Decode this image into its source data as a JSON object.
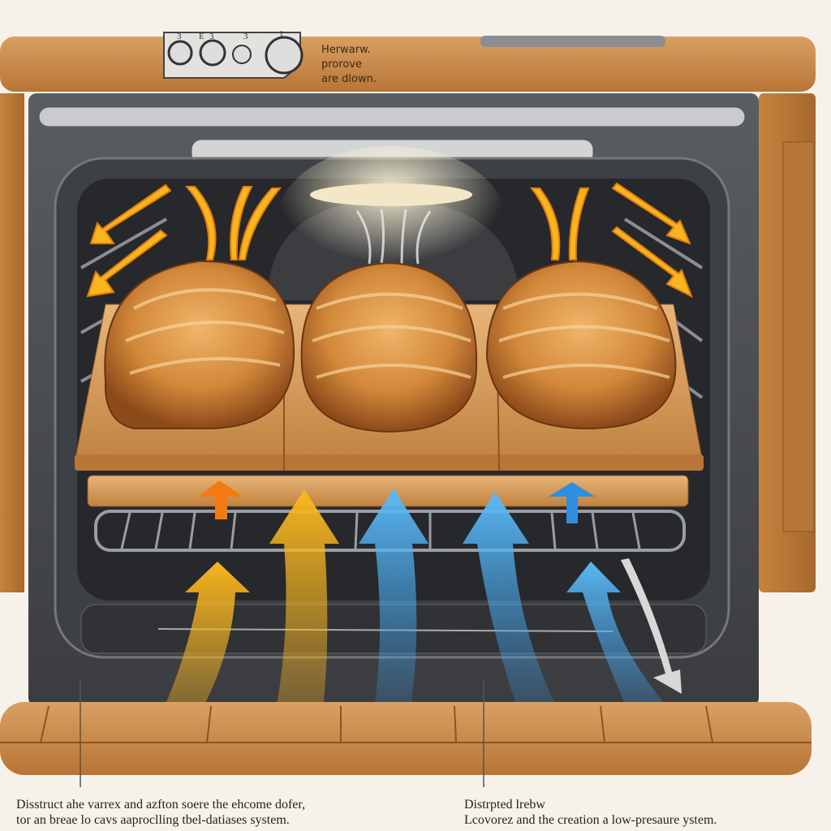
{
  "control_panel": {
    "dial_numbers": [
      "3",
      "E",
      "3",
      "3",
      "1"
    ],
    "label_lines": [
      "Herwarw.",
      "prorove",
      "are dlown."
    ]
  },
  "captions": {
    "left": [
      "Disstruct ahe  varrex and azfton soere the ehcome dofer,",
      "tor an breae lo cavs aaproclling tbel-datiases system."
    ],
    "right": [
      "Distrpted lrebw",
      "Lcovorez and the creation a low-presaure ystem."
    ]
  },
  "colors": {
    "background": "#f6f2ea",
    "wood": "#c98a4b",
    "oven_body": "#4a4d52",
    "cavity": "#2b2d30",
    "warm_arrow": "#f5b321",
    "cool_arrow": "#3aa0ee",
    "bread": "#c97a30"
  }
}
